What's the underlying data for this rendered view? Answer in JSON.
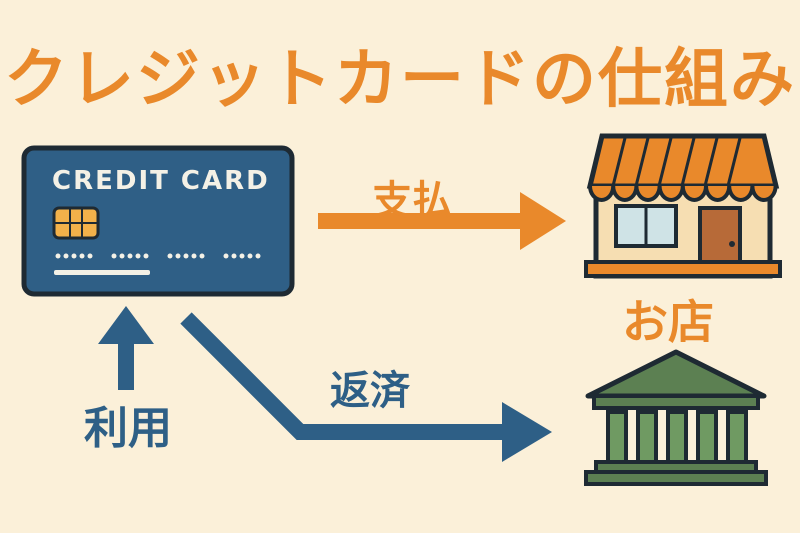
{
  "diagram": {
    "title": "クレジットカードの仕組み",
    "card_label": "CREDIT CARD",
    "labels": {
      "pay": "支払",
      "shop": "お店",
      "repay": "返済",
      "use": "利用"
    },
    "colors": {
      "orange": "#e9892b",
      "blue": "#2e5f86",
      "card": "#2f5f86",
      "bank": "#5c8052",
      "background": "#fbf0d9"
    },
    "icons": [
      "credit-card-icon",
      "store-icon",
      "bank-icon"
    ]
  }
}
